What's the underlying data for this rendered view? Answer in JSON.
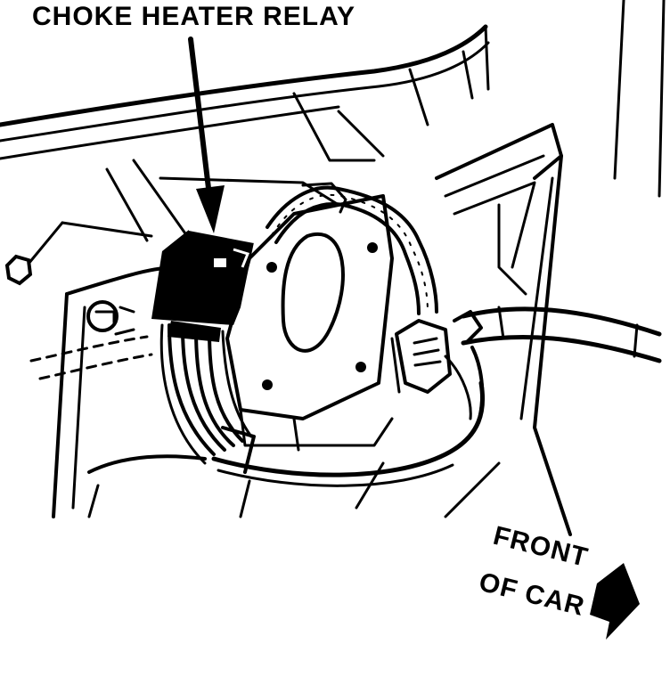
{
  "labels": {
    "relay": "CHOKE HEATER RELAY",
    "front_line1": "FRONT",
    "front_line2": "OF CAR"
  },
  "colors": {
    "ink": "#000000",
    "paper": "#ffffff"
  },
  "icons": {
    "direction": "front-arrow-icon"
  }
}
